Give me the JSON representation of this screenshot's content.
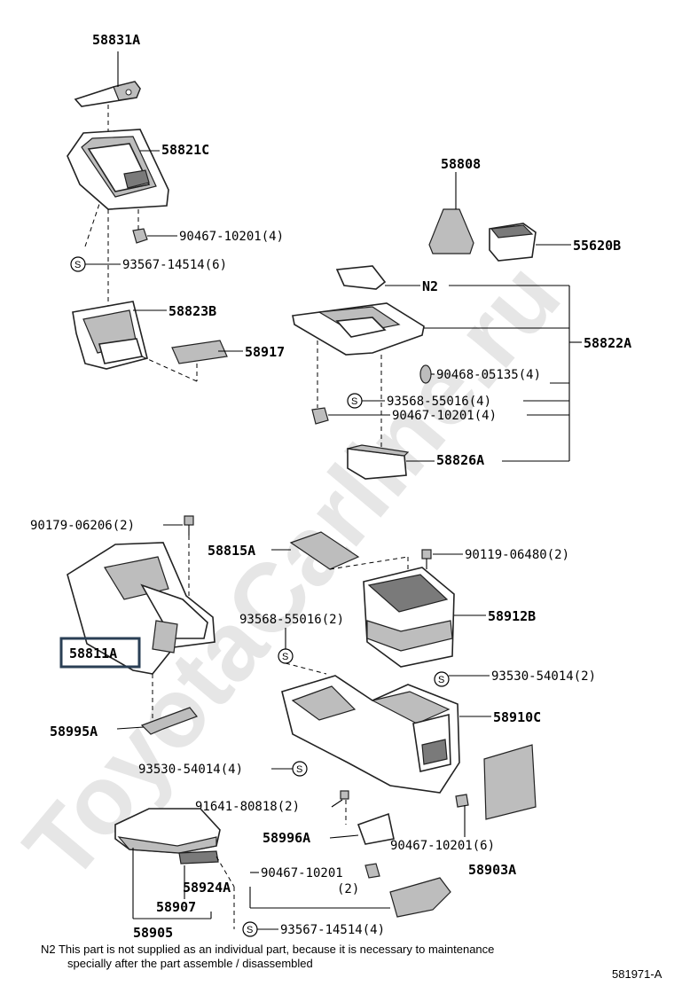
{
  "watermark": "ToyotaCarline.ru",
  "symbol_s": "S",
  "labels": {
    "p58831A": "58831A",
    "p58821C": "58821C",
    "p90467_top": "90467-10201(4)",
    "p93567_top": "93567-14514(6)",
    "p58823B": "58823B",
    "p58917": "58917",
    "p58808": "58808",
    "p55620B": "55620B",
    "n2": "N2",
    "p58822A": "58822A",
    "p90468": "90468-05135(4)",
    "p93568_mid": "93568-55016(4)",
    "p90467_mid": "90467-10201(4)",
    "p58826A": "58826A",
    "p90179": "90179-06206(2)",
    "p58815A": "58815A",
    "p90119": "90119-06480(2)",
    "p93568_low": "93568-55016(2)",
    "p58912B": "58912B",
    "p58811A": "58811A",
    "p93530_r": "93530-54014(2)",
    "p58910C": "58910C",
    "p58995A": "58995A",
    "p93530_l": "93530-54014(4)",
    "p91641": "91641-80818(2)",
    "p58996A": "58996A",
    "p90467_b1": "90467-10201(6)",
    "p58903A": "58903A",
    "p90467_b2a": "90467-10201",
    "p90467_b2b": "(2)",
    "p58924A": "58924A",
    "p58907": "58907",
    "p58905": "58905",
    "p93567_bot": "93567-14514(4)"
  },
  "footnote": {
    "line1": "N2  This part is not supplied as an individual part, because it is necessary to maintenance",
    "line2": "specially after the part assemble / disassembled"
  },
  "diagram_code": "581971-A"
}
